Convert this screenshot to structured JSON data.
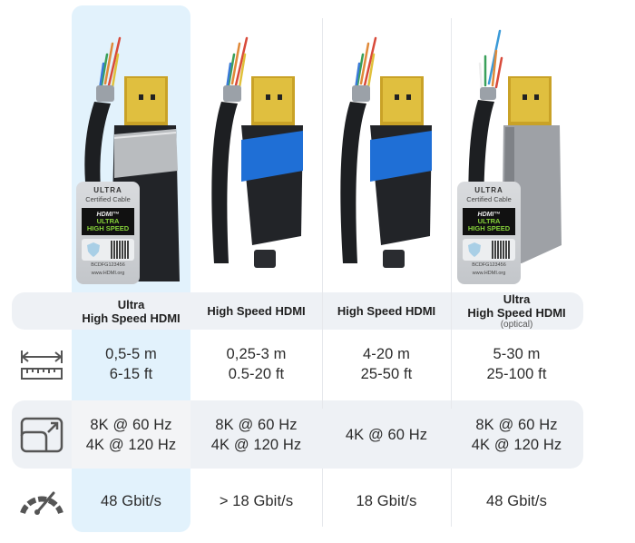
{
  "highlight": {
    "color": "#e2f2fc",
    "column_index": 0
  },
  "band_color": "#eef1f5",
  "rows": {
    "length_icon": "ruler-length-icon",
    "resolution_icon": "screen-resize-icon",
    "speed_icon": "speedometer-icon"
  },
  "badge": {
    "title": "ULTRA",
    "subtitle": "Certified Cable",
    "hdmi_logo": "HDMI™",
    "label_line1": "ULTRA",
    "label_line2": "HIGH SPEED",
    "serial": "BCDFG123456",
    "url": "www.HDMI.org"
  },
  "products": [
    {
      "name_line1": "Ultra",
      "name_line2": "High Speed HDMI",
      "note": "",
      "connector_accent": "#b9bcbf",
      "length_m": "0,5-5 m",
      "length_ft": "6-15 ft",
      "res_line1": "8K @ 60 Hz",
      "res_line2": "4K @ 120 Hz",
      "bandwidth": "48 Gbit/s",
      "has_badge": true
    },
    {
      "name_line1": "",
      "name_line2": "High Speed HDMI",
      "note": "",
      "connector_accent": "#1f6fd6",
      "length_m": "0,25-3 m",
      "length_ft": "0.5-20 ft",
      "res_line1": "8K @ 60 Hz",
      "res_line2": "4K @ 120 Hz",
      "bandwidth": "> 18 Gbit/s",
      "has_badge": false
    },
    {
      "name_line1": "",
      "name_line2": "High Speed HDMI",
      "note": "",
      "connector_accent": "#1f6fd6",
      "length_m": "4-20 m",
      "length_ft": "25-50 ft",
      "res_line1": "4K @ 60 Hz",
      "res_line2": "",
      "bandwidth": "18 Gbit/s",
      "has_badge": false
    },
    {
      "name_line1": "Ultra",
      "name_line2": "High Speed HDMI",
      "note": "(optical)",
      "connector_accent": "#9ea1a6",
      "length_m": "5-30 m",
      "length_ft": "25-100 ft",
      "res_line1": "8K @ 60 Hz",
      "res_line2": "4K @ 120 Hz",
      "bandwidth": "48 Gbit/s",
      "has_badge": true
    }
  ]
}
